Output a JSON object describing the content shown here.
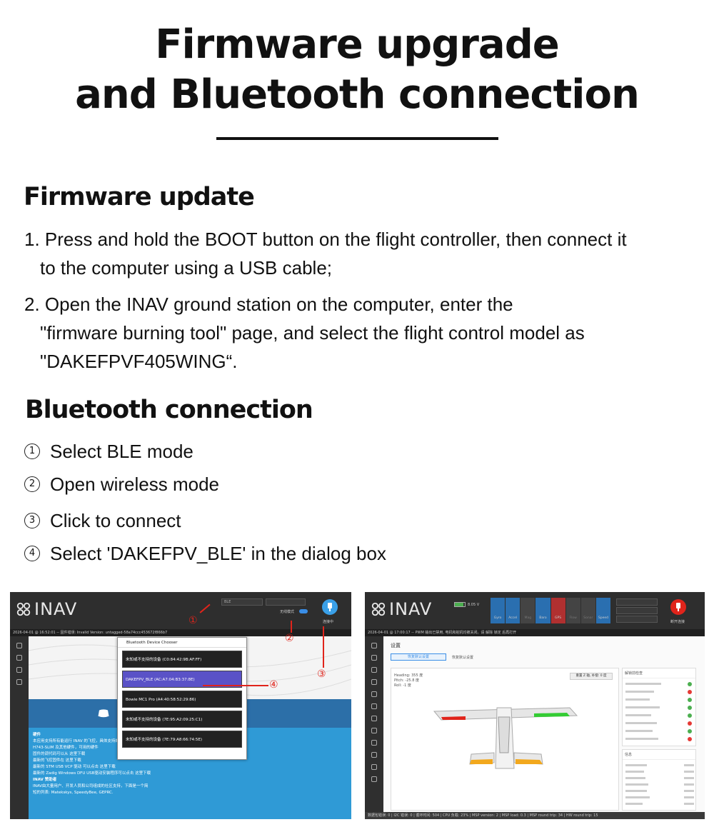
{
  "page": {
    "title_line1": "Firmware upgrade",
    "title_line2": "and Bluetooth connection"
  },
  "firmware": {
    "heading": "Firmware update",
    "step1_a": "1. Press and hold the BOOT button on the flight controller, then connect it",
    "step1_b": "to the computer using a USB cable;",
    "step2_a": "2. Open the INAV ground station on the computer, enter the",
    "step2_b": "\"firmware burning tool\" page, and select the flight control model as",
    "step2_c": "\"DAKEFPVF405WING“."
  },
  "bluetooth": {
    "heading": "Bluetooth connection",
    "items": [
      {
        "num": "1",
        "text": "Select BLE mode"
      },
      {
        "num": "2",
        "text": "Open wireless mode"
      },
      {
        "num": "3",
        "text": "Click to connect"
      },
      {
        "num": "4",
        "text": "Select 'DAKEFPV_BLE' in the dialog box"
      }
    ]
  },
  "shot1": {
    "logo": "INAV",
    "ble_select": "BLE",
    "wireless_label": "无线模式",
    "connect_label": "连接中",
    "status": "2026-04-01 @ 16:52:01 -- 固件错误: Invalid Version: untagged-58a74ccc453672f866b7",
    "dialog_title": "Bluetooth Device Chooser",
    "devices": [
      "未知或不支持的设备 (C0:84:42:9B:AF:FF)",
      "DAKEFPV_BLE (AC:A7:04:B3:37:8E)",
      "Bowie MC1 Pro (A4:40:58:52:29:86)",
      "未知或不支持的设备 (7E:95:A2:09:25:C1)",
      "未知或不支持的设备 (7E:79:A8:66:74:5E)"
    ],
    "markers": [
      "①",
      "②",
      "③",
      "④"
    ],
    "blue_text": [
      "硬件",
      "本应用支持所有能运行 INAV 的飞控，具体支持的设备",
      "H743-SLIM 及其他硬件，可用的硬件",
      "固件的调代码可以从 这里下载",
      "最新的飞控固件在 这里下载",
      "最新的 STM USB VCP 驱动 可以点击 这里下载",
      "最新的 Zadig Windows DFU USB驱动安装程序可以点击 这里下载",
      "INAV 赞助者",
      "INAV由大量用户、开发人员和公司组成的社区支持，下面是一个简",
      "短的列表: Matekskys, SpeedyBee, GEPRC."
    ]
  },
  "shot2": {
    "logo": "INAV",
    "voltage": "8.05 V",
    "sensors": [
      "Gyro",
      "Accel",
      "Mag",
      "Baro",
      "GPS",
      "Flow",
      "Sonar",
      "Speed"
    ],
    "status": "2026-04-01 @ 17:00:17 -- PWM 输出已禁用, 电机和舵机均被关闭。请 解除 锁定 后再打开",
    "settings_title": "设置",
    "reset_btn": "恢复默认设置",
    "reset_label": "恢复默认设置",
    "heading": "Heading:  355 度",
    "pitch": "Pitch:     -25.8 度",
    "roll": "Roll:      -1 度",
    "calib_btn": "重置 Z 轴, 补偿: 0 度",
    "disconnect": "断开连接",
    "info_title": "信息",
    "arming_title": "解锁前检查",
    "footer": "数据包错误: 0  |  I2C 错误: 0  |  循环时间: 504  |  CPU 负载: 23%  |  MSP version: 2  |  MSP load: 0.3  |  MSP round trip: 34  |  HW round trip: 15",
    "colors": {
      "accent": "#e0241b",
      "ok": "#4caf50",
      "err": "#e53935"
    }
  }
}
